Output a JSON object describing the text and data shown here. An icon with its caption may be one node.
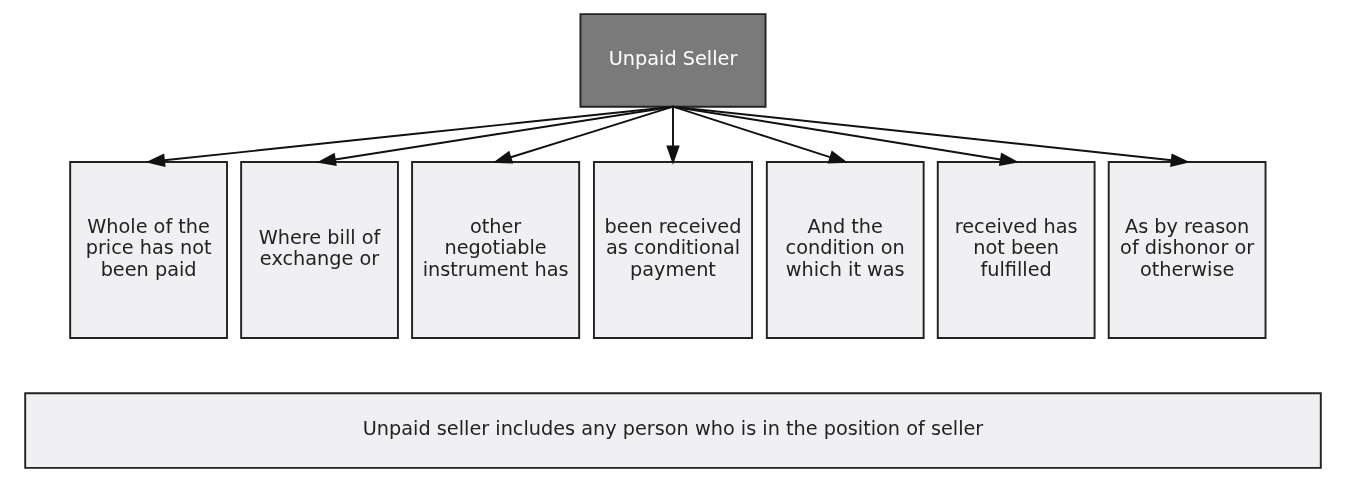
{
  "diagram": {
    "nodes": [
      {
        "text": [
          "Unpaid Seller"
        ]
      },
      {
        "text": [
          "Whole of the price has not been paid"
        ]
      },
      {
        "text": [
          "Where bill of exchange or"
        ]
      },
      {
        "text": [
          "other negotiable instrument has"
        ]
      },
      {
        "text": [
          "been received as conditional payment"
        ]
      },
      {
        "text": [
          "And the condition on which it was"
        ]
      },
      {
        "text": [
          "received has not been fulfilled"
        ]
      },
      {
        "text": [
          "As by reason of dishonor or otherwise"
        ]
      },
      {
        "text": [
          "Unpaid seller includes any person who is in the position of seller"
        ]
      }
    ],
    "edges": [
      {
        "from": 0,
        "to": 1,
        "arrow": "to"
      },
      {
        "from": 0,
        "to": 2,
        "arrow": "to"
      },
      {
        "from": 0,
        "to": 3,
        "arrow": "to"
      },
      {
        "from": 0,
        "to": 4,
        "arrow": "to"
      },
      {
        "from": 0,
        "to": 5,
        "arrow": "to"
      },
      {
        "from": 0,
        "to": 6,
        "arrow": "to"
      },
      {
        "from": 0,
        "to": 7,
        "arrow": "to"
      }
    ]
  }
}
